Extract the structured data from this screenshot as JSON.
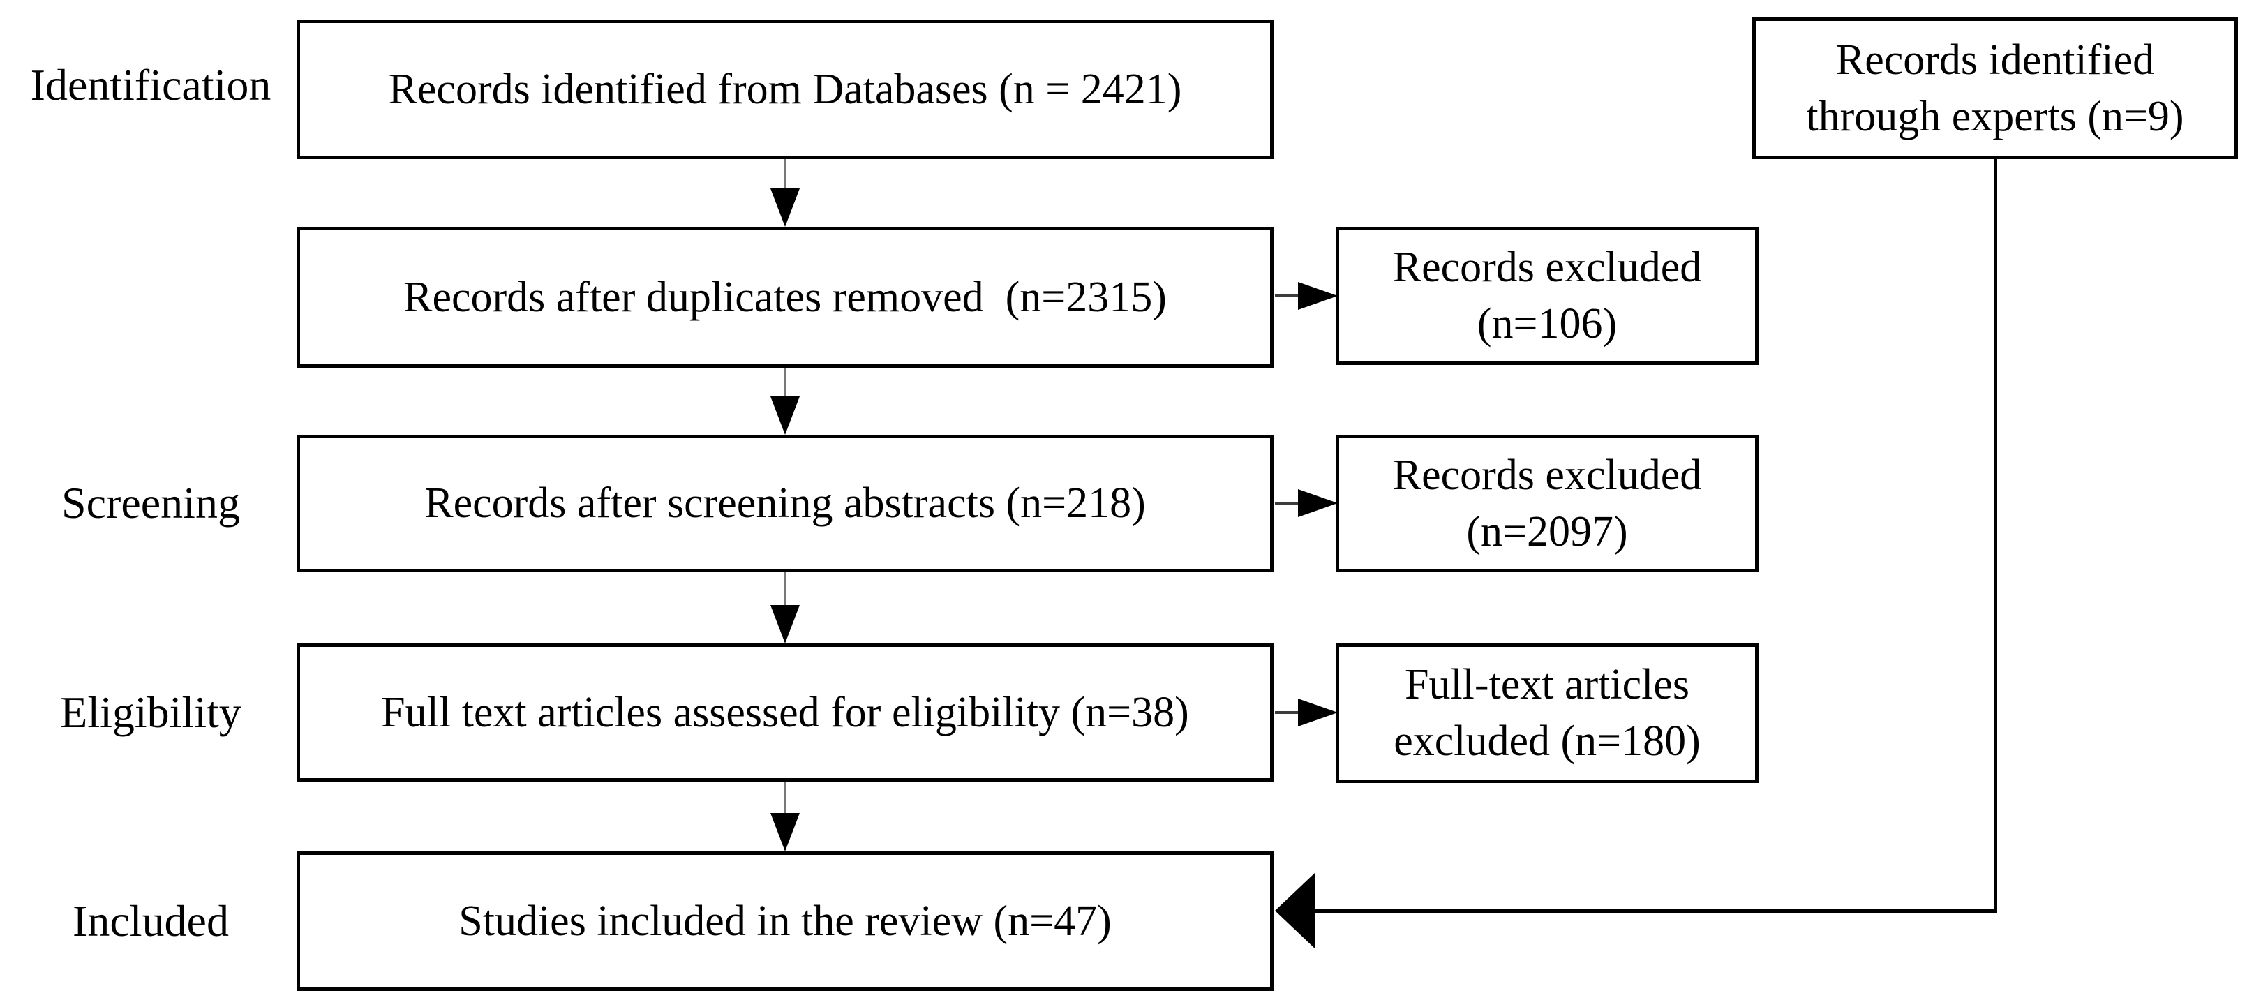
{
  "figure": {
    "type": "prisma-flow-diagram",
    "background_color": "#ffffff",
    "line_color": "#000000",
    "stages": [
      "Identification",
      "Screening",
      "Eligibility",
      "Included"
    ],
    "flow": [
      {
        "text": "Records identified from Databases (n = 2421)",
        "n": 2421
      },
      {
        "text": "Records after duplicates removed  (n=2315)",
        "n": 2315
      },
      {
        "text": "Records after screening abstracts (n=218)",
        "n": 218
      },
      {
        "text": "Full text articles assessed for eligibility (n=38)",
        "n": 38
      },
      {
        "text": "Studies included in the review (n=47)",
        "n": 47
      }
    ],
    "excluded": [
      {
        "line1": "Records excluded",
        "line2": "(n=106)",
        "n": 106
      },
      {
        "line1": "Records excluded",
        "line2": "(n=2097)",
        "n": 2097
      },
      {
        "line1": "Full-text articles",
        "line2": "excluded (n=180)",
        "n": 180
      }
    ],
    "experts": {
      "line1": "Records identified",
      "line2": "through experts (n=9)",
      "n": 9
    }
  }
}
